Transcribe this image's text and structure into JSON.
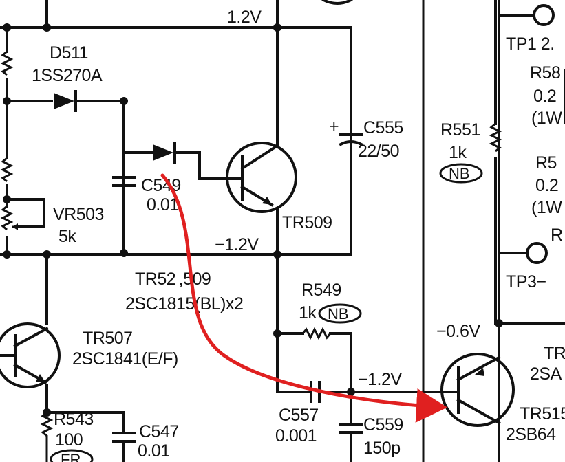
{
  "labels": {
    "v_top": "1.2V",
    "d511_ref": "D511",
    "d511_part": "1SS270A",
    "c549_ref": "C549",
    "c549_val": "0.01",
    "vr503_ref": "VR503",
    "vr503_val": "5k",
    "c555_polarity": "+",
    "c555_ref": "C555",
    "c555_val": "22/50",
    "r551_ref": "R551",
    "r551_val": "1k",
    "r551_tag": "NB",
    "tr509_ref": "TR509",
    "v_neg_mid": "−1.2V",
    "tr_pair_ref": "TR52 ,509",
    "tr_pair_part": "2SC1815(BL)x2",
    "r549_ref": "R549",
    "r549_val": "1k",
    "r549_tag": "NB",
    "tr507_ref": "TR507",
    "tr507_part": "2SC1841(E/F)",
    "v_neg_06": "−0.6V",
    "v_neg_low": "−1.2V",
    "r543_ref": "R543",
    "r543_val": "100",
    "r543_tag": "FR",
    "c547_ref": "C547",
    "c547_val": "0.01",
    "c557_ref": "C557",
    "c557_val": "0.001",
    "c559_ref": "C559",
    "c559_val": "150p",
    "tp1": "TP1 2.",
    "tp3": "TP3−",
    "r58_a_ref": "R58",
    "r58_a_val": "0.2",
    "r58_a_rating": "(1W",
    "r5_b_ref": "R5",
    "r5_b_val": "0.2",
    "r5_b_rating": "(1W",
    "r_partial": "R",
    "tr_right_partial": "TR",
    "tr_right_part": "2SA",
    "tr515_ref": "TR515",
    "tr515_part": "2SB64"
  },
  "colors": {
    "ink": "#111111",
    "annotation_arrow": "#e02020",
    "paper": "#ffffff"
  }
}
